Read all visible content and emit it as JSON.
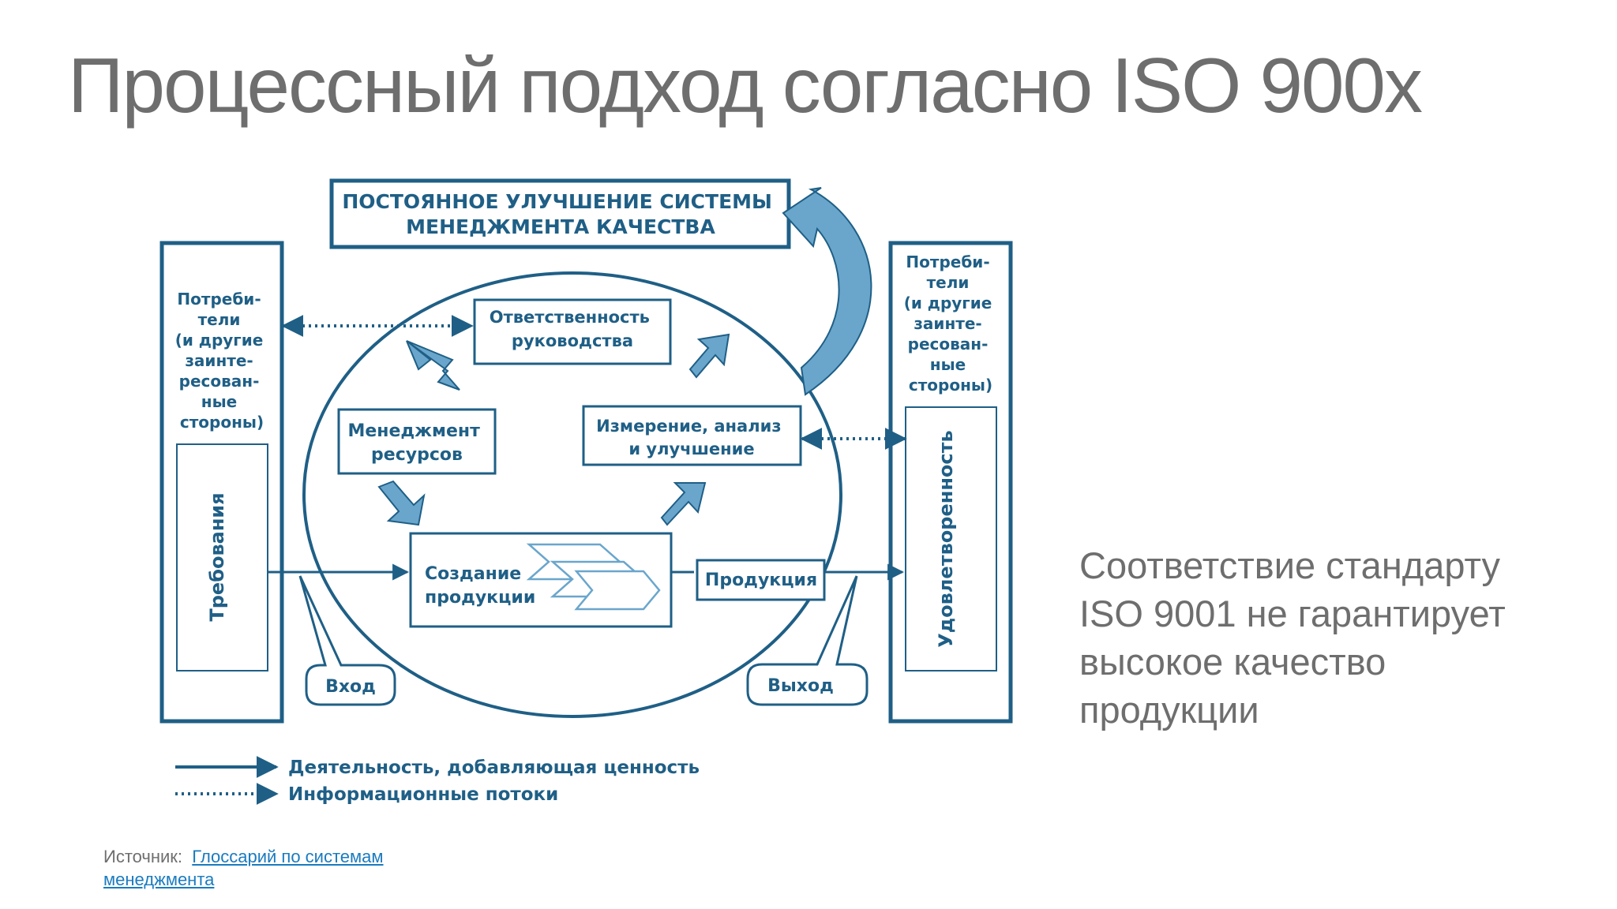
{
  "title": "Процессный подход согласно ISO 900x",
  "side_text": [
    "Соответствие стандарту",
    "ISO 9001 не гарантирует",
    "высокое качество",
    "продукции"
  ],
  "source": {
    "label": "Источник:",
    "link_text": "Глоссарий по системам менеджмента"
  },
  "diagram": {
    "top_box": [
      "ПОСТОЯННОЕ УЛУЧШЕНИЕ СИСТЕМЫ",
      "МЕНЕДЖМЕНТА КАЧЕСТВА"
    ],
    "left_column": {
      "header": [
        "Потреби-",
        "тели",
        "(и другие",
        "заинте-",
        "ресован-",
        "ные",
        "стороны)"
      ],
      "inner": "Требования"
    },
    "right_column": {
      "header": [
        "Потреби-",
        "тели",
        "(и другие",
        "заинте-",
        "ресован-",
        "ные",
        "стороны)"
      ],
      "inner": "Удовлетворенность"
    },
    "responsibility": [
      "Ответственность",
      "руководства"
    ],
    "resources": [
      "Менеджмент",
      "ресурсов"
    ],
    "measurement": [
      "Измерение, анализ",
      "и улучшение"
    ],
    "creation": [
      "Создание",
      "продукции"
    ],
    "product": "Продукция",
    "input": "Вход",
    "output": "Выход",
    "legend": {
      "solid": "Деятельность, добавляющая ценность",
      "dotted": "Информационные потоки"
    }
  },
  "colors": {
    "line": "#1f5f86",
    "fill": "#6aa6cc",
    "text_gray": "#6e6e6e",
    "link": "#1a7bbf"
  }
}
